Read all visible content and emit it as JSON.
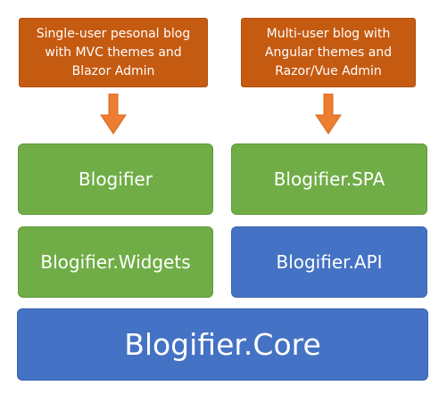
{
  "notes": {
    "left": [
      "Single-user pesonal blog",
      "with MVC themes and",
      "Blazor Admin"
    ],
    "right": [
      "Multi-user blog with",
      "Angular themes and",
      "Razor/Vue Admin"
    ]
  },
  "blocks": {
    "blogifier": "Blogifier",
    "blogifier_spa": "Blogifier.SPA",
    "blogifier_widgets": "Blogifier.Widgets",
    "blogifier_api": "Blogifier.API",
    "blogifier_core": "Blogifier.Core"
  },
  "colors": {
    "note": "#c55a11",
    "arrow": "#ed7d31",
    "green_block": "#70ad47",
    "blue_block": "#4472c4",
    "text": "#ffffff"
  }
}
